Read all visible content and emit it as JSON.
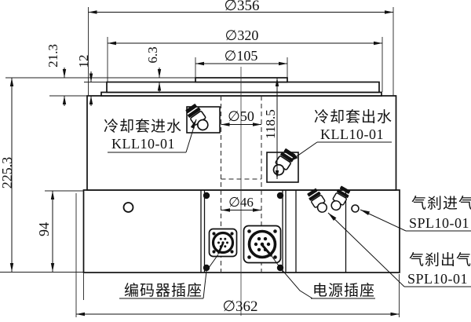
{
  "drawing": {
    "dims": {
      "d356": "∅356",
      "d320": "∅320",
      "d105": "∅105",
      "d50": "∅50",
      "d46": "∅46",
      "d362": "∅362",
      "h213": "21.3",
      "h12": "12",
      "h63": "6.3",
      "h1185": "118.5",
      "h2253": "225.3",
      "h94": "94"
    },
    "labels": {
      "cooling_inlet": "冷却套进水",
      "cooling_inlet_model": "KLL10-01",
      "cooling_outlet": "冷却套出水",
      "cooling_outlet_model": "KLL10-01",
      "air_inlet": "气刹进气",
      "air_inlet_model": "SPL10-01",
      "air_outlet": "气刹出气",
      "air_outlet_model": "SPL10-01",
      "encoder_socket": "编码器插座",
      "power_socket": "电源插座"
    },
    "colors": {
      "line": "#111111",
      "background": "#ffffff"
    }
  }
}
